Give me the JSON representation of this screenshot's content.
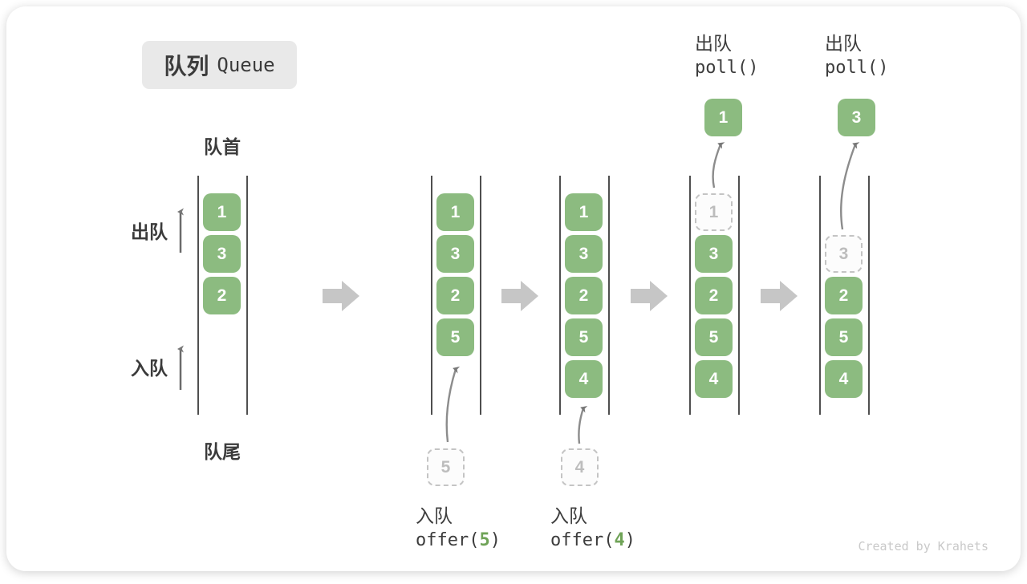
{
  "title": {
    "zh": "队列",
    "en": "Queue"
  },
  "side_labels": {
    "front": "队首",
    "rear": "队尾",
    "dequeue": "出队",
    "enqueue": "入队"
  },
  "colors": {
    "box_green": "#8cbb80",
    "dark_text": "#3c3c3c",
    "dashed_text": "#bdbdbd",
    "block_arrow_gray": "#c6c6c6",
    "thin_arrow_gray": "#8c8c8c",
    "op_arg_green": "#6fa357",
    "badge_bg": "#e9e9e9"
  },
  "queue_states": [
    {
      "start_slot": 0,
      "cells": [
        {
          "value": "1",
          "type": "green"
        },
        {
          "value": "3",
          "type": "green"
        },
        {
          "value": "2",
          "type": "green"
        }
      ]
    },
    {
      "start_slot": 0,
      "cells": [
        {
          "value": "1",
          "type": "green"
        },
        {
          "value": "3",
          "type": "green"
        },
        {
          "value": "2",
          "type": "green"
        },
        {
          "value": "5",
          "type": "green"
        }
      ],
      "incoming": {
        "value": "5"
      }
    },
    {
      "start_slot": 0,
      "cells": [
        {
          "value": "1",
          "type": "green"
        },
        {
          "value": "3",
          "type": "green"
        },
        {
          "value": "2",
          "type": "green"
        },
        {
          "value": "5",
          "type": "green"
        },
        {
          "value": "4",
          "type": "green"
        }
      ],
      "incoming": {
        "value": "4"
      }
    },
    {
      "start_slot": 0,
      "cells": [
        {
          "value": "1",
          "type": "dashed"
        },
        {
          "value": "3",
          "type": "green"
        },
        {
          "value": "2",
          "type": "green"
        },
        {
          "value": "5",
          "type": "green"
        },
        {
          "value": "4",
          "type": "green"
        }
      ],
      "popped": {
        "value": "1"
      }
    },
    {
      "start_slot": 1,
      "cells": [
        {
          "value": "3",
          "type": "dashed"
        },
        {
          "value": "2",
          "type": "green"
        },
        {
          "value": "5",
          "type": "green"
        },
        {
          "value": "4",
          "type": "green"
        }
      ],
      "popped": {
        "value": "3"
      }
    }
  ],
  "dequeue_ops": [
    {
      "zh": "出队",
      "code": "poll()"
    },
    {
      "zh": "出队",
      "code": "poll()"
    }
  ],
  "enqueue_ops": [
    {
      "zh": "入队",
      "fn": "offer(",
      "arg": "5",
      "close": ")"
    },
    {
      "zh": "入队",
      "fn": "offer(",
      "arg": "4",
      "close": ")"
    }
  ],
  "watermark": "Created by Krahets"
}
